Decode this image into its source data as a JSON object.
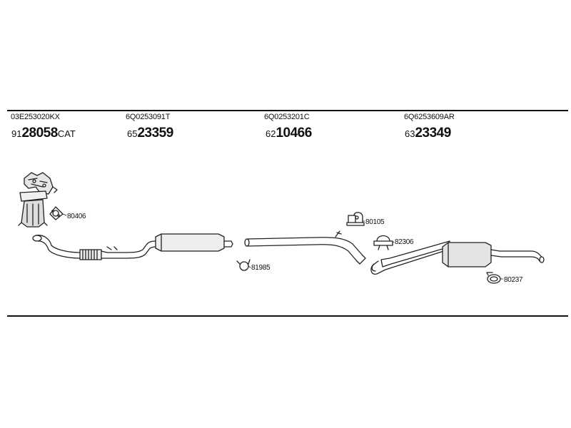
{
  "parts": [
    {
      "oe": "03E253020KX",
      "prefix": "91",
      "number": "28058",
      "suffix": "CAT"
    },
    {
      "oe": "6Q0253091T",
      "prefix": "65",
      "number": "23359",
      "suffix": ""
    },
    {
      "oe": "6Q0253201C",
      "prefix": "62",
      "number": "10466",
      "suffix": ""
    },
    {
      "oe": "6Q6253609AR",
      "prefix": "63",
      "number": "23349",
      "suffix": ""
    }
  ],
  "fittings": [
    {
      "label": "80406"
    },
    {
      "label": "81985"
    },
    {
      "label": "80105"
    },
    {
      "label": "82306"
    },
    {
      "label": "80237"
    }
  ]
}
